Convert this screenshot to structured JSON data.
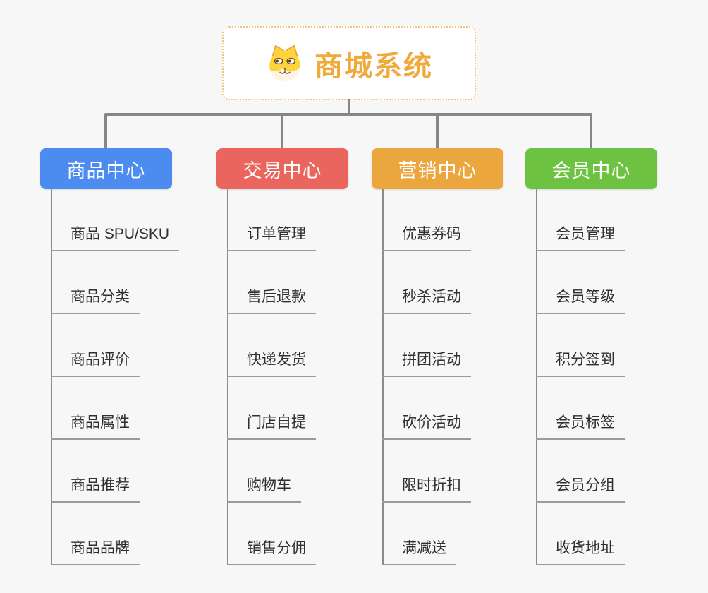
{
  "root": {
    "title": "商城系统",
    "icon": "dog-face-icon"
  },
  "colors": {
    "root_title": "#F0A93C",
    "root_border": "#F2C17A",
    "connector": "#868686",
    "leaf_text": "#2F2F2F",
    "leaf_underline": "#9B9B9B",
    "background": "#F7F7F7"
  },
  "branches": [
    {
      "label": "商品中心",
      "color": "#4C8BF0",
      "items": [
        "商品 SPU/SKU",
        "商品分类",
        "商品评价",
        "商品属性",
        "商品推荐",
        "商品品牌"
      ]
    },
    {
      "label": "交易中心",
      "color": "#EA655E",
      "items": [
        "订单管理",
        "售后退款",
        "快递发货",
        "门店自提",
        "购物车",
        "销售分佣"
      ]
    },
    {
      "label": "营销中心",
      "color": "#EBA63E",
      "items": [
        "优惠券码",
        "秒杀活动",
        "拼团活动",
        "砍价活动",
        "限时折扣",
        "满减送"
      ]
    },
    {
      "label": "会员中心",
      "color": "#6EC242",
      "items": [
        "会员管理",
        "会员等级",
        "积分签到",
        "会员标签",
        "会员分组",
        "收货地址"
      ]
    }
  ]
}
